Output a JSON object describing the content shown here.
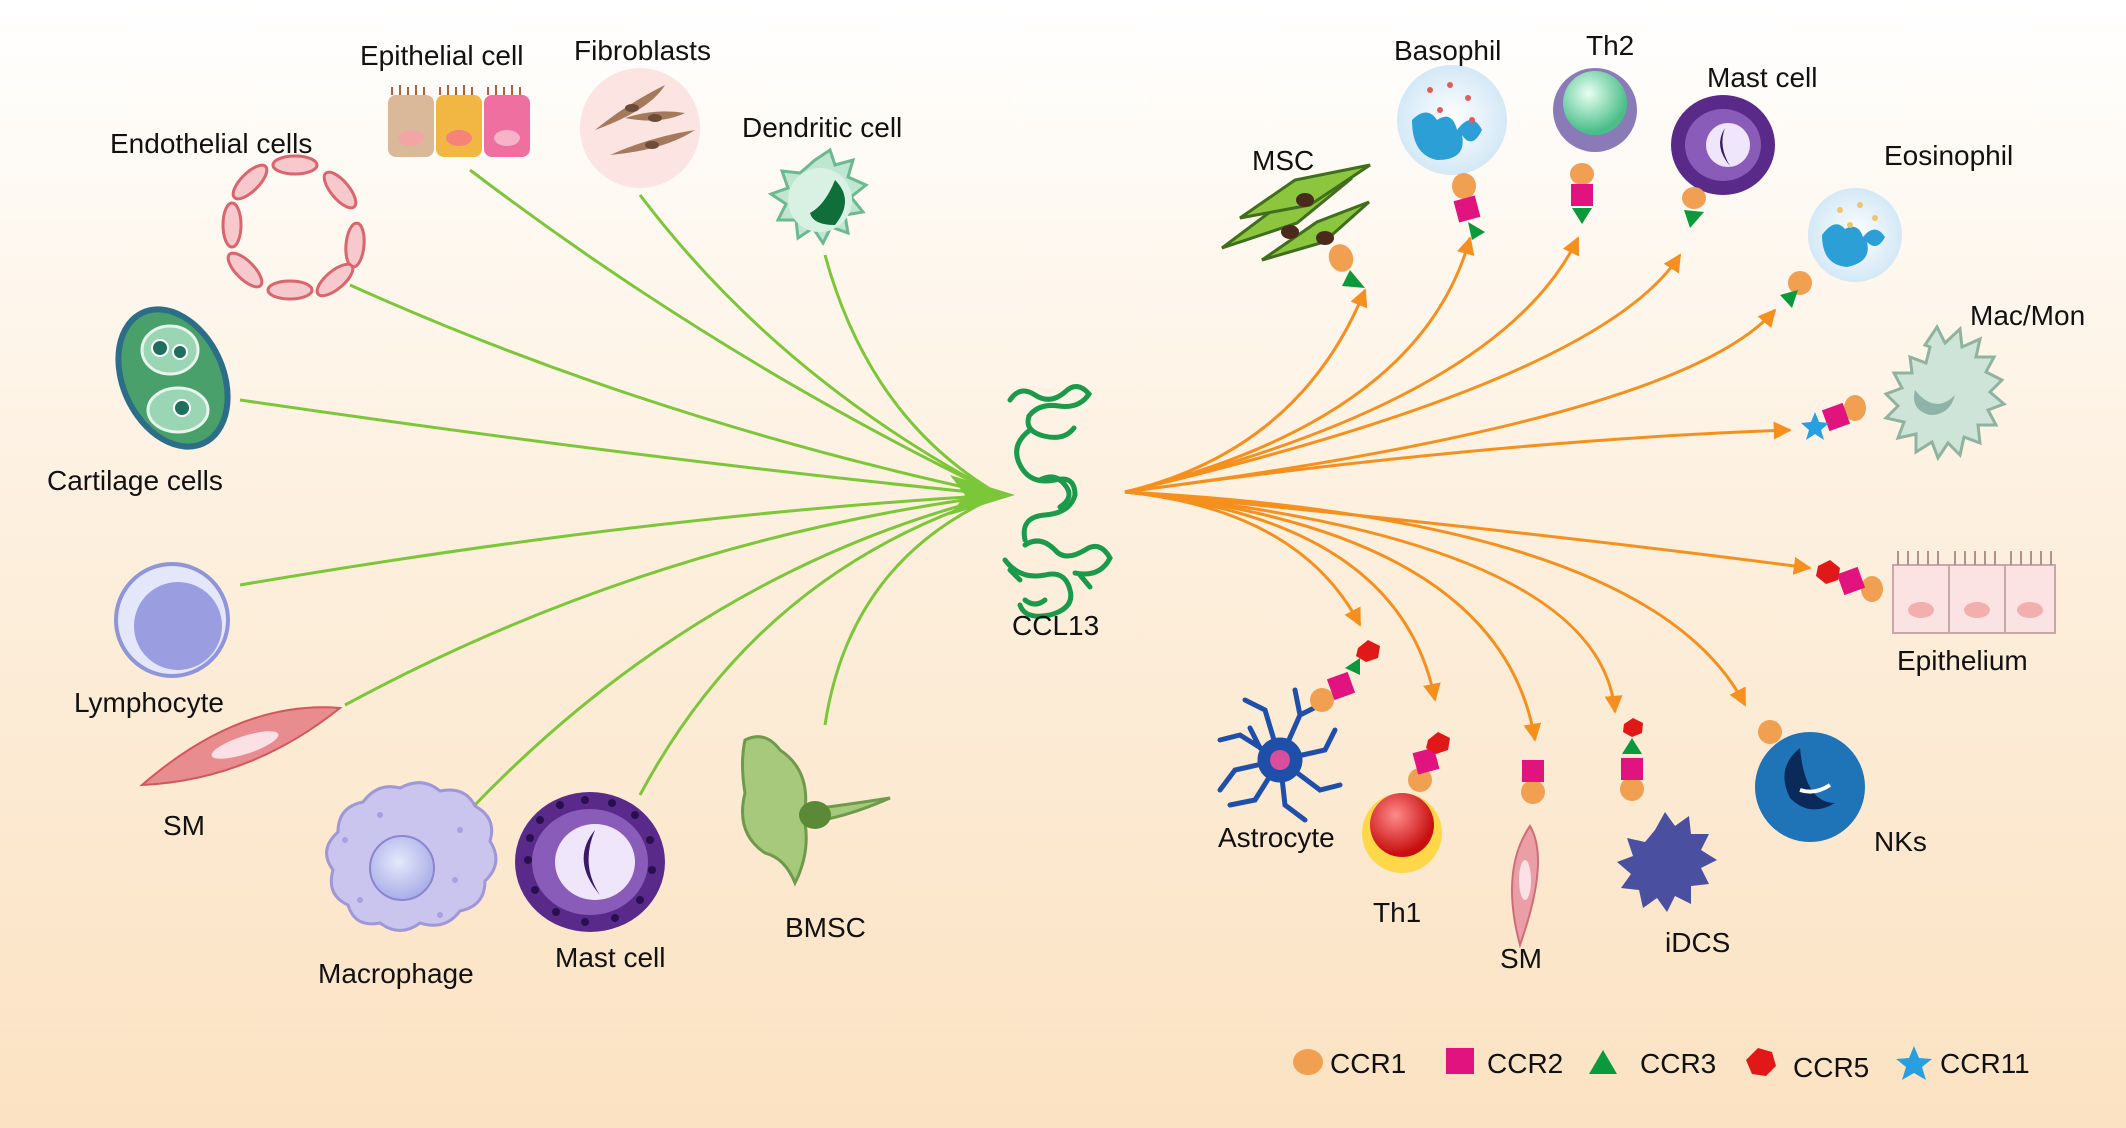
{
  "center_label": "CCL13",
  "sources": {
    "epithelial_cell": "Epithelial cell",
    "fibroblasts": "Fibroblasts",
    "endothelial_cells": "Endothelial cells",
    "dendritic_cell": "Dendritic cell",
    "cartilage_cells": "Cartilage cells",
    "lymphocyte": "Lymphocyte",
    "sm": "SM",
    "macrophage": "Macrophage",
    "mast_cell": "Mast cell",
    "bmsc": "BMSC"
  },
  "targets": {
    "msc": "MSC",
    "basophil": "Basophil",
    "th2": "Th2",
    "mast_cell": "Mast cell",
    "eosinophil": "Eosinophil",
    "mac_mon": "Mac/Mon",
    "epithelium": "Epithelium",
    "astrocyte": "Astrocyte",
    "th1": "Th1",
    "sm": "SM",
    "idcs": "iDCS",
    "nks": "NKs"
  },
  "legend": [
    {
      "label": "CCR1",
      "shape": "ellipse",
      "color": "#f0a050"
    },
    {
      "label": "CCR2",
      "shape": "square",
      "color": "#e0137f"
    },
    {
      "label": "CCR3",
      "shape": "triangle",
      "color": "#0a9a3c"
    },
    {
      "label": "CCR5",
      "shape": "hexagon",
      "color": "#e01818"
    },
    {
      "label": "CCR11",
      "shape": "star",
      "color": "#2a9fe0"
    }
  ],
  "colors": {
    "source_arrow": "#7cc63a",
    "target_arrow": "#f5901e",
    "protein": "#1a9a4a"
  }
}
